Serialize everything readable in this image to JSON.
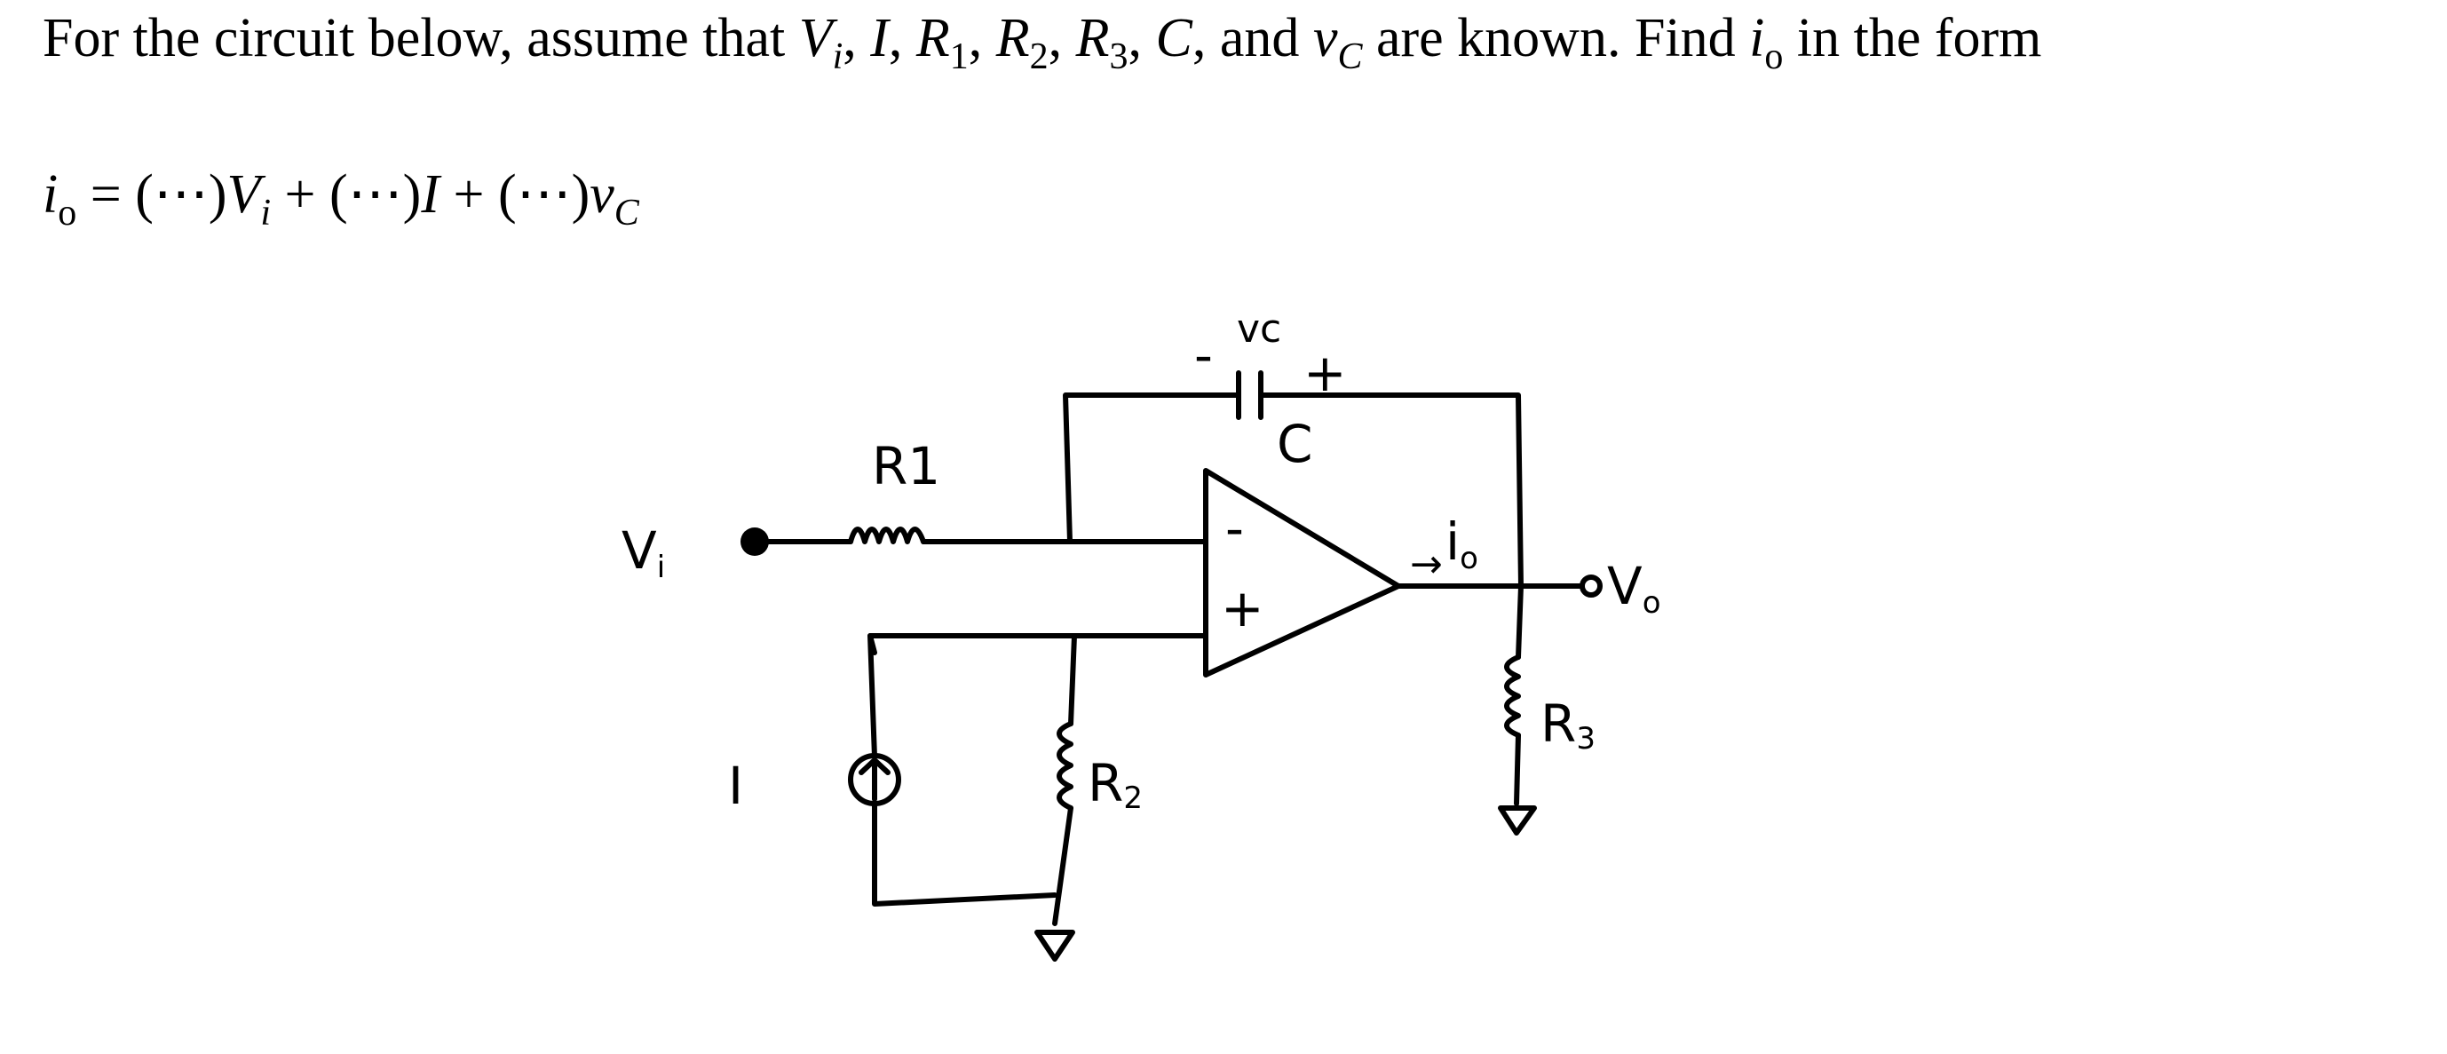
{
  "problem": {
    "intro": "For the circuit below, assume that",
    "vars": [
      {
        "base": "V",
        "sub": "i",
        "sub_italic": true,
        "sep": ", "
      },
      {
        "base": "I",
        "sub": "",
        "sub_italic": false,
        "sep": ", "
      },
      {
        "base": "R",
        "sub": "1",
        "sub_italic": false,
        "sep": ", "
      },
      {
        "base": "R",
        "sub": "2",
        "sub_italic": false,
        "sep": ", "
      },
      {
        "base": "R",
        "sub": "3",
        "sub_italic": false,
        "sep": ", "
      },
      {
        "base": "C",
        "sub": "",
        "sub_italic": false,
        "sep": ", and "
      },
      {
        "base": "v",
        "sub": "C",
        "sub_italic": true,
        "sep": ""
      }
    ],
    "mid": " are known. Find ",
    "target": {
      "base": "i",
      "sub": "o"
    },
    "tail": " in the form",
    "equation": {
      "lhs_base": "i",
      "lhs_sub": "o",
      "eq": " = ",
      "terms": [
        {
          "coef": "(⋯)",
          "base": "V",
          "sub": "i",
          "sub_italic": true,
          "join": " + "
        },
        {
          "coef": "(⋯)",
          "base": "I",
          "sub": "",
          "sub_italic": false,
          "join": " + "
        },
        {
          "coef": "(⋯)",
          "base": "v",
          "sub": "C",
          "sub_italic": true,
          "join": ""
        }
      ]
    }
  },
  "circuit": {
    "labels": {
      "vi_base": "V",
      "vi_sub": "i",
      "r1": "R1",
      "r2_base": "R",
      "r2_sub": "2",
      "r3_base": "R",
      "r3_sub": "3",
      "current_source": "I",
      "cap": "C",
      "vc": "vc",
      "vc_minus": "-",
      "vc_plus": "+",
      "io_arrow": "→",
      "io_base": "i",
      "io_sub": "o",
      "vo_base": "V",
      "vo_sub": "o",
      "opamp_minus": "-",
      "opamp_plus": "+"
    }
  }
}
